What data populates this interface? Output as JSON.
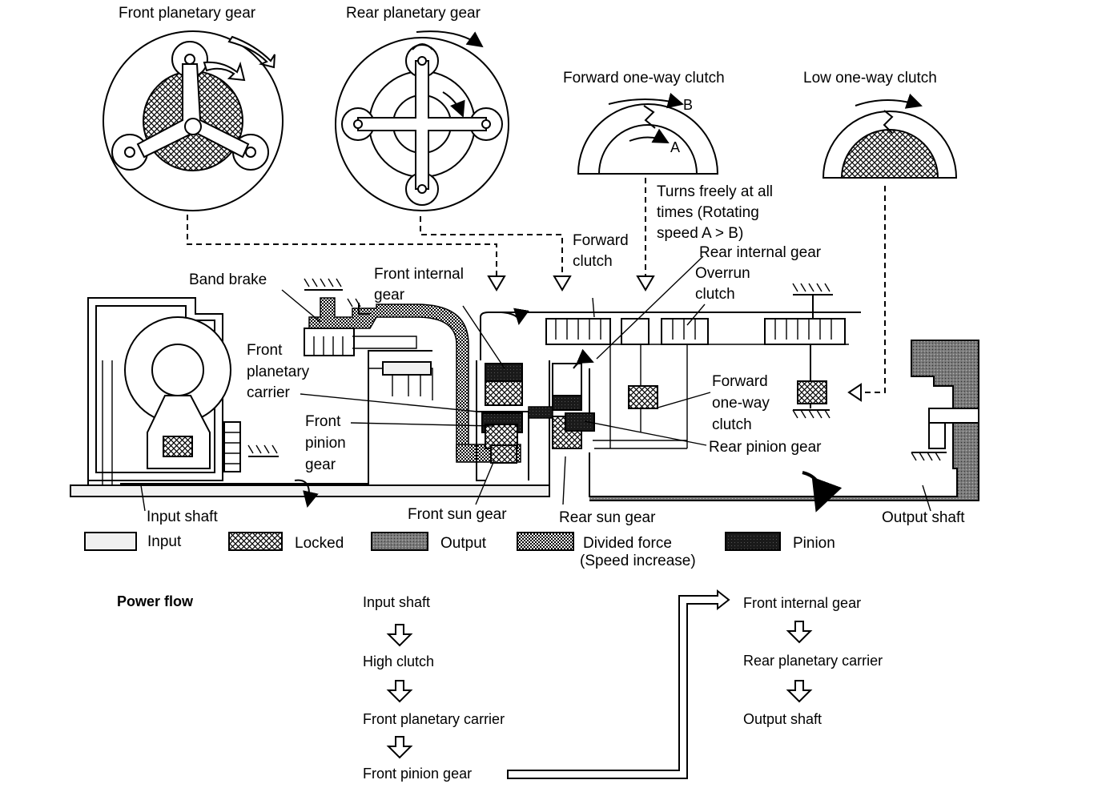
{
  "gear_icons": {
    "front_planetary": "Front planetary gear",
    "rear_planetary": "Rear planetary gear",
    "forward_owc": "Forward one-way clutch",
    "low_owc": "Low one-way clutch",
    "owc_a": "A",
    "owc_b": "B"
  },
  "note": [
    "Turns freely at all",
    "times (Rotating",
    "speed A > B)"
  ],
  "labels": {
    "forward_clutch": [
      "Forward",
      "clutch"
    ],
    "rear_internal_gear": "Rear internal gear",
    "overrun_clutch": [
      "Overrun",
      "clutch"
    ],
    "band_brake": "Band brake",
    "front_internal_gear": [
      "Front internal",
      "gear"
    ],
    "front_planetary_carrier": [
      "Front",
      "planetary",
      "carrier"
    ],
    "front_pinion_gear": [
      "Front",
      "pinion",
      "gear"
    ],
    "forward_owc_side": [
      "Forward",
      "one-way",
      "clutch"
    ],
    "rear_pinion_gear": "Rear pinion gear",
    "input_shaft": "Input shaft",
    "front_sun_gear": "Front sun gear",
    "rear_sun_gear": "Rear sun gear",
    "output_shaft": "Output shaft"
  },
  "legend": [
    {
      "label": "Input",
      "pattern": "input"
    },
    {
      "label": "Locked",
      "pattern": "locked"
    },
    {
      "label": "Output",
      "pattern": "output"
    },
    {
      "label": "Divided force",
      "sublabel": "(Speed increase)",
      "pattern": "divided"
    },
    {
      "label": "Pinion",
      "pattern": "pinion"
    }
  ],
  "power_flow": {
    "title": "Power flow",
    "left_column": [
      "Input shaft",
      "High clutch",
      "Front planetary carrier",
      "Front pinion gear"
    ],
    "right_column": [
      "Front internal gear",
      "Rear planetary carrier",
      "Output shaft"
    ]
  }
}
